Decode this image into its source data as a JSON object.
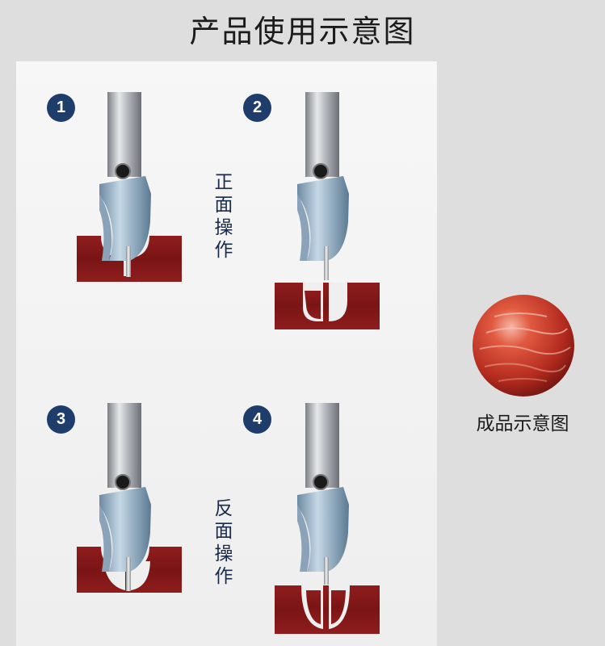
{
  "title": "产品使用示意图",
  "steps": [
    {
      "number": "1"
    },
    {
      "number": "2"
    },
    {
      "number": "3"
    },
    {
      "number": "4"
    }
  ],
  "labels": {
    "front": "正面操作",
    "back": "反面操作"
  },
  "result": {
    "caption": "成品示意图"
  },
  "colors": {
    "badge": "#1e3d6a",
    "wood": "#8e1b1b",
    "ball": "#c53a2a"
  }
}
